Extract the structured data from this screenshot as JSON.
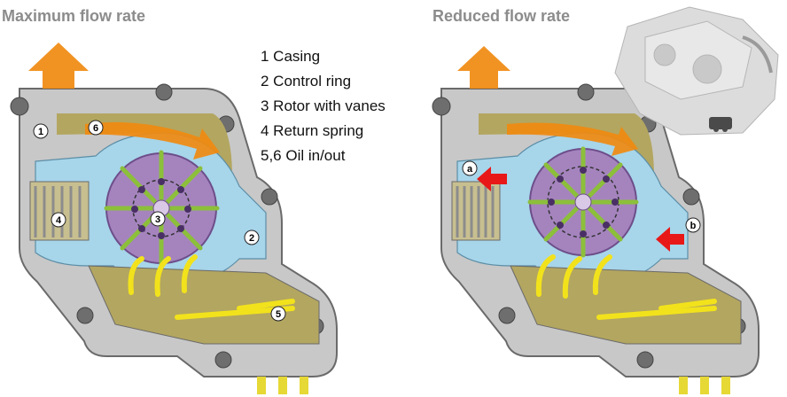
{
  "left": {
    "title": "Maximum flow rate",
    "callouts": [
      "1",
      "6",
      "4",
      "3",
      "2",
      "5"
    ]
  },
  "right": {
    "title": "Reduced flow rate",
    "callouts": [
      "a",
      "b"
    ]
  },
  "legend": [
    "1 Casing",
    "2 Control ring",
    "3 Rotor with vanes",
    "4 Return spring",
    "5,6 Oil in/out"
  ],
  "colors": {
    "casing": "#c8c8c8",
    "casing_edge": "#6a6a6a",
    "control_ring": "#a7d5ea",
    "oil_chamber": "#b3a660",
    "rotor": "#a584be",
    "vanes": "#8cbf3a",
    "oil_arrow": "#f08a10",
    "inflow_arrow": "#f2e21c",
    "force_arrow": "#e81818"
  }
}
